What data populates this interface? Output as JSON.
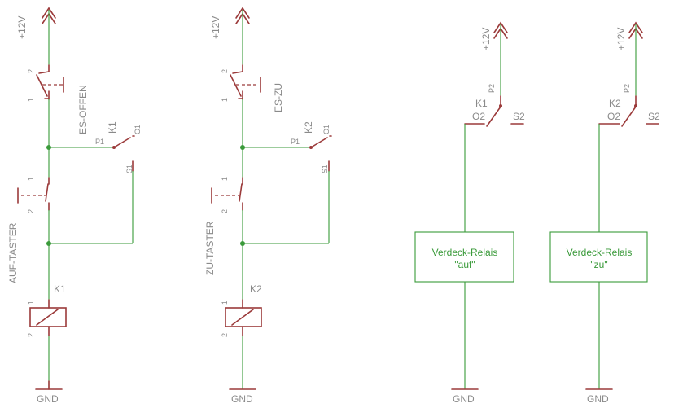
{
  "power_label": "+12V",
  "gnd_label": "GND",
  "circuits": [
    {
      "limit_switch": "ES-OFFEN",
      "button": "AUF-TASTER",
      "relay": "K1",
      "relay_contacts": {
        "p": "P1",
        "o": "O1",
        "s": "S1"
      },
      "pin_top": "2",
      "pin_bottom": "1"
    },
    {
      "limit_switch": "ES-ZU",
      "button": "ZU-TASTER",
      "relay": "K2",
      "relay_contacts": {
        "p": "P1",
        "o": "O1",
        "s": "S1"
      },
      "pin_top": "2",
      "pin_bottom": "1"
    }
  ],
  "outputs": [
    {
      "relay": "K1",
      "p": "P2",
      "o": "O2",
      "s": "S2",
      "box_line1": "Verdeck-Relais",
      "box_line2": "\"auf\""
    },
    {
      "relay": "K2",
      "p": "P2",
      "o": "O2",
      "s": "S2",
      "box_line1": "Verdeck-Relais",
      "box_line2": "\"zu\""
    }
  ],
  "colors": {
    "wire": "#3a9a3a",
    "symbol": "#9b3a3a",
    "label": "#8a8a8a"
  }
}
